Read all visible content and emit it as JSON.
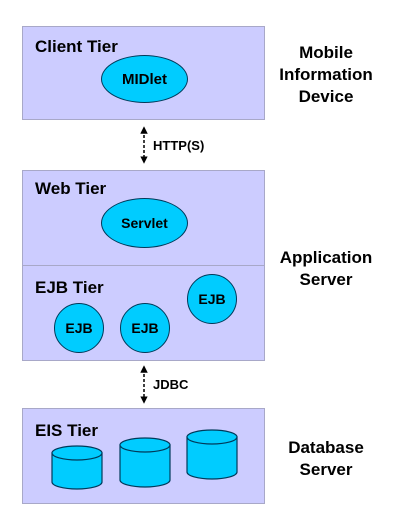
{
  "tiers": {
    "client": {
      "label": "Client Tier",
      "component": "MIDlet"
    },
    "web": {
      "label": "Web Tier",
      "component": "Servlet"
    },
    "ejb": {
      "label": "EJB Tier",
      "components": [
        "EJB",
        "EJB",
        "EJB"
      ]
    },
    "eis": {
      "label": "EIS Tier",
      "databases": 3
    }
  },
  "connectors": {
    "client_web": "HTTP(S)",
    "ejb_eis": "JDBC"
  },
  "side_labels": {
    "mobile": "Mobile\nInformation\nDevice",
    "app_server": "Application\nServer",
    "db_server": "Database\nServer"
  },
  "colors": {
    "tier_fill": "#ccccff",
    "component_fill": "#00ccff",
    "component_stroke": "#003a5a"
  }
}
